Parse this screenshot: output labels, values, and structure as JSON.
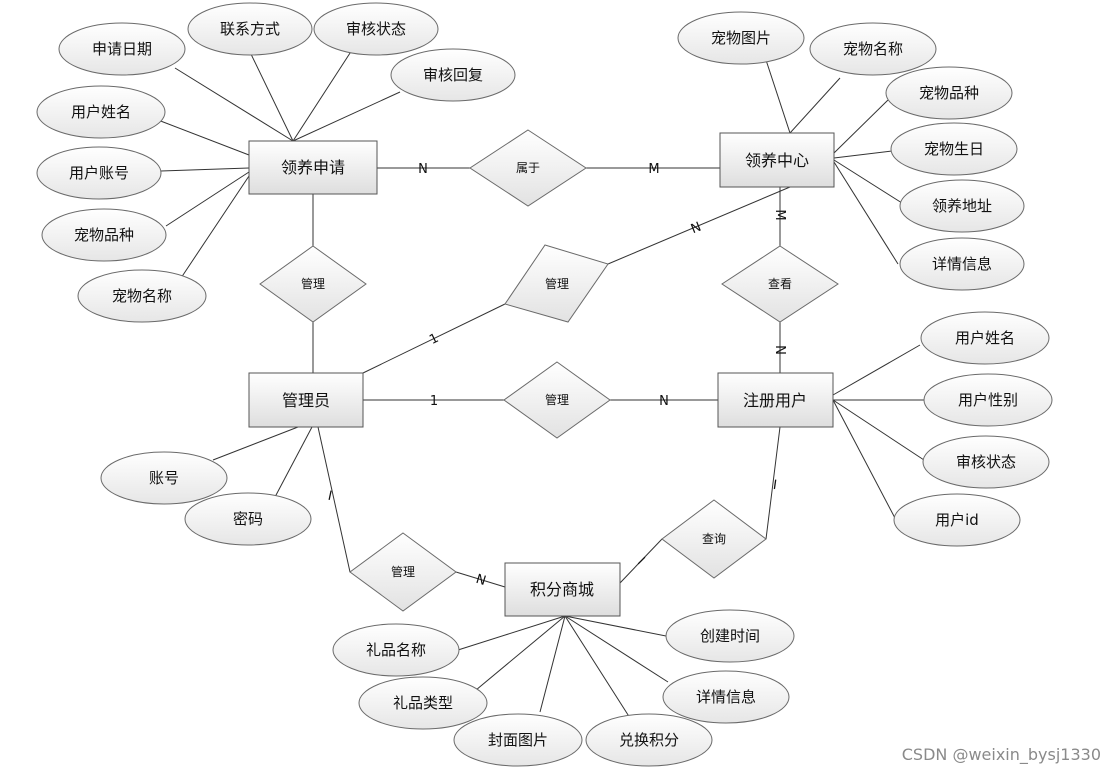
{
  "entities": {
    "adoption_application": "领养申请",
    "adoption_center": "领养中心",
    "admin": "管理员",
    "registered_user": "注册用户",
    "points_mall": "积分商城"
  },
  "attributes": {
    "application": [
      "申请日期",
      "联系方式",
      "审核状态",
      "审核回复",
      "用户姓名",
      "用户账号",
      "宠物品种",
      "宠物名称"
    ],
    "center": [
      "宠物图片",
      "宠物名称",
      "宠物品种",
      "宠物生日",
      "领养地址",
      "详情信息"
    ],
    "user": [
      "用户姓名",
      "用户性别",
      "审核状态",
      "用户id"
    ],
    "admin": [
      "账号",
      "密码"
    ],
    "mall": [
      "礼品名称",
      "礼品类型",
      "封面图片",
      "兑换积分",
      "详情信息",
      "创建时间"
    ]
  },
  "relationships": {
    "belongs_to": "属于",
    "admin_manages_application": "管理",
    "admin_manages_center": "管理",
    "admin_manages_user": "管理",
    "user_views_center": "查看",
    "user_queries_mall": "查询",
    "admin_manages_mall": "管理"
  },
  "cardinalities": {
    "application_belongs": "N",
    "center_belongs": "M",
    "center_admin": "N",
    "admin_center": "1",
    "admin_user": "1",
    "user_admin": "N",
    "center_view": "M",
    "user_view": "N",
    "admin_mall": "I",
    "mall_admin": "N",
    "mall_query": "I",
    "user_query": "I"
  },
  "watermark": "CSDN @weixin_bysj1330"
}
